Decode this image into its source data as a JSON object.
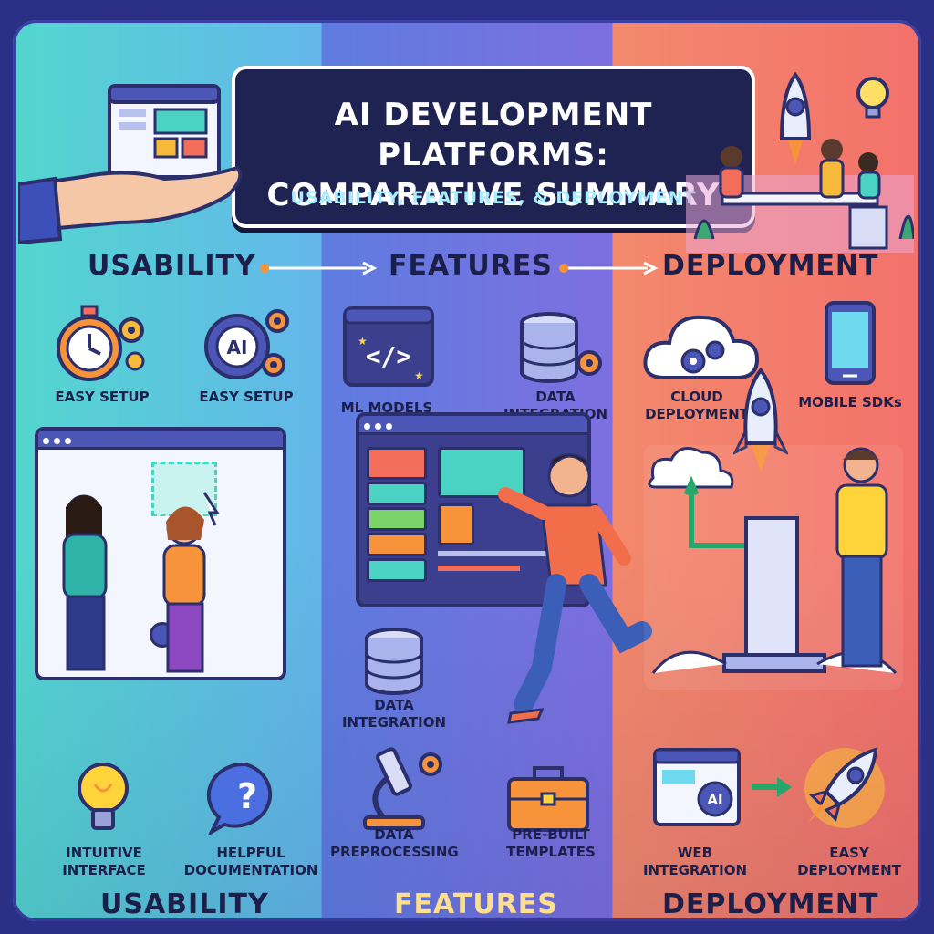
{
  "title": {
    "line1": "AI DEVELOPMENT PLATFORMS:",
    "line2": "COMPARATIVE SUMMARY",
    "subtitle": "USABILITY, FEATURES, & DEPLOYMENT"
  },
  "columns": {
    "usability": {
      "heading": "USABILITY",
      "footer": "USABILITY",
      "items": [
        "EASY SETUP",
        "EASY SETUP",
        "INTUITIVE INTERFACE",
        "HELPFUL DOCUMENTATION"
      ]
    },
    "features": {
      "heading": "FEATURES",
      "footer": "FEATURES",
      "items": [
        "ML MODELS",
        "DATA INTEGRATION",
        "DATA INTEGRATION",
        "DATA PREPROCESSING",
        "PRE-BUILT TEMPLATES"
      ]
    },
    "deployment": {
      "heading": "DEPLOYMENT",
      "footer": "DEPLOYMENT",
      "items": [
        "CLOUD DEPLOYMENT",
        "MOBILE SDKs",
        "WEB INTEGRATION",
        "EASY DEPLOYMENT"
      ]
    }
  },
  "badges": {
    "ai_gear": "AI",
    "ai_web": "AI"
  },
  "colors": {
    "usability_bg": "#53d6cf",
    "features_bg": "#6a74e0",
    "deployment_bg": "#f3816c",
    "title_bg": "#1f2352",
    "outline": "#2b2f6b",
    "accent_orange": "#f7933a"
  },
  "icons": [
    "stopwatch-icon",
    "gear-icon",
    "ai-gear-icon",
    "lightbulb-icon",
    "question-bubble-icon",
    "code-window-icon",
    "database-icon",
    "microscope-icon",
    "toolbox-icon",
    "cloud-icon",
    "mobile-phone-icon",
    "rocket-icon",
    "web-window-icon"
  ]
}
